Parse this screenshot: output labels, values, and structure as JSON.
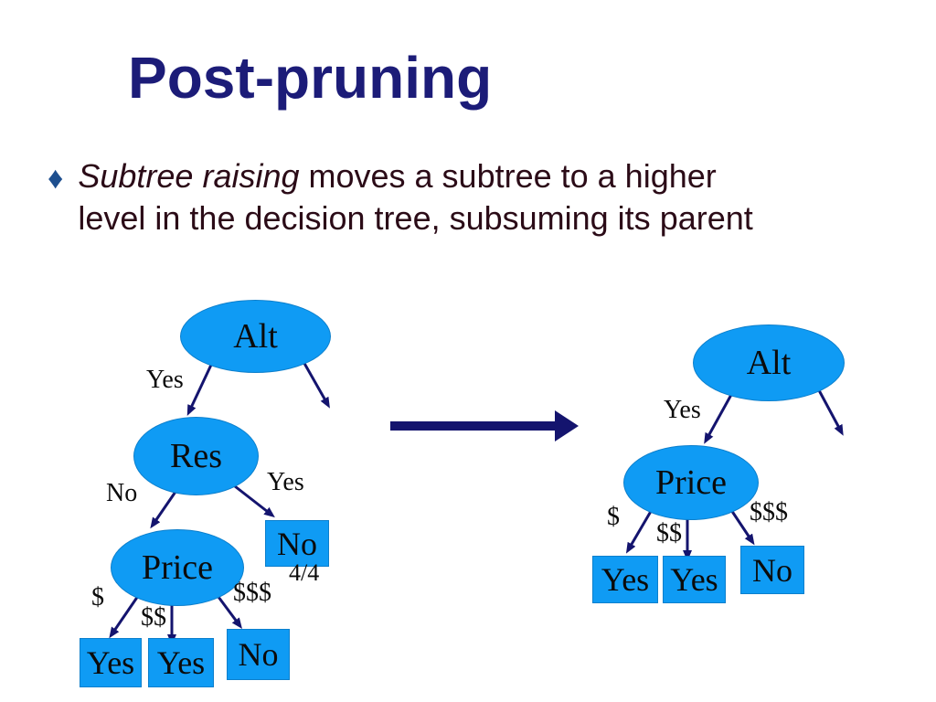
{
  "slide": {
    "title": "Post-pruning",
    "bullet": {
      "icon": "♦",
      "lead_italic": "Subtree raising",
      "line1_rest": " moves a subtree to a higher",
      "line2": "level in the decision tree, subsuming its parent"
    }
  },
  "colors": {
    "background": "#FFFFFF",
    "title_text": "#1C1C78",
    "body_text": "#2B0B17",
    "bullet_icon": "#1E4F8F",
    "node_fill": "#0F9BF4",
    "node_stroke": "#0C7FCC",
    "node_text": "#0B0B0B",
    "edge_arrow": "#14146E"
  },
  "left_tree": {
    "root": "Alt",
    "edge_root_left": "Yes",
    "mid": "Res",
    "edge_mid_left": "No",
    "edge_mid_right": "Yes",
    "leaf_upper_no": "No",
    "leaf_upper_no_count": "4/4",
    "lower": "Price",
    "edge_price_1": "$",
    "edge_price_2": "$$",
    "edge_price_3": "$$$",
    "leaf_yes_1": "Yes",
    "leaf_yes_2": "Yes",
    "leaf_no": "No"
  },
  "right_tree": {
    "root": "Alt",
    "edge_root_left": "Yes",
    "mid": "Price",
    "edge_price_1": "$",
    "edge_price_2": "$$",
    "edge_price_3": "$$$",
    "leaf_yes_1": "Yes",
    "leaf_yes_2": "Yes",
    "leaf_no": "No"
  }
}
